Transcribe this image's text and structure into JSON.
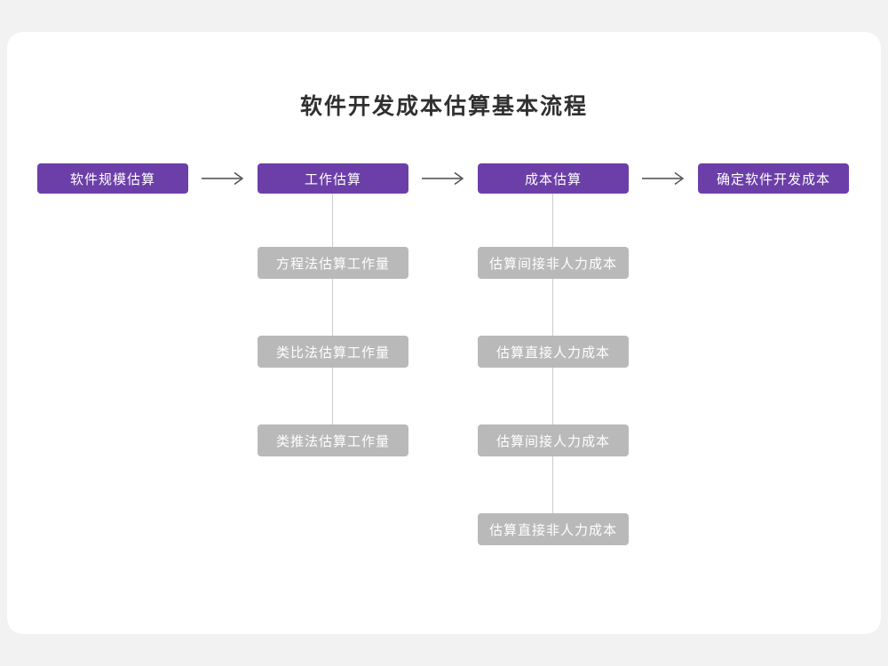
{
  "title": "软件开发成本估算基本流程",
  "flow": {
    "main_steps": [
      {
        "label": "软件规模估算"
      },
      {
        "label": "工作估算"
      },
      {
        "label": "成本估算"
      },
      {
        "label": "确定软件开发成本"
      }
    ],
    "work_substeps": [
      "方程法估算工作量",
      "类比法估算工作量",
      "类推法估算工作量"
    ],
    "cost_substeps": [
      "估算间接非人力成本",
      "估算直接人力成本",
      "估算间接人力成本",
      "估算直接非人力成本"
    ]
  },
  "colors": {
    "background": "#f2f2f3",
    "card": "#ffffff",
    "main_box": "#6c3fa8",
    "sub_box": "#b9b9b9",
    "box_text": "#ffffff",
    "title_text": "#303030",
    "arrow": "#4a4a4a",
    "connector": "#cccccc"
  }
}
